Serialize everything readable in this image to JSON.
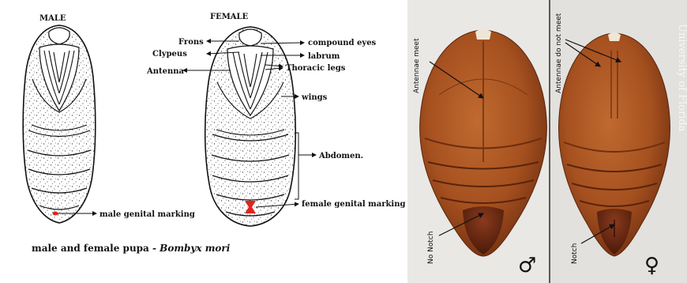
{
  "diagram": {
    "male_header": "MALE",
    "female_header": "FEMALE",
    "labels": {
      "frons": "Frons",
      "clypeus": "Clypeus",
      "antenna": "Antenna",
      "compound_eyes": "compound eyes",
      "labrum": "labrum",
      "thoracic_legs": "Thoracic legs",
      "wings": "wings",
      "abdomen": "Abdomen.",
      "male_genital_marking": "male genital marking",
      "female_genital_marking": "female genital marking"
    },
    "caption_prefix": "male and female pupa - ",
    "caption_species": "Bombyx mori"
  },
  "photo": {
    "male_antennae_label": "Antennae meet",
    "female_antennae_label": "Antennae do not meet",
    "male_notch_label": "No Notch",
    "female_notch_label": "Notch",
    "male_symbol": "♂",
    "female_symbol": "♀",
    "watermark": "University of Florida"
  },
  "colors": {
    "genital_marking": "#e2241b",
    "pupa_brown": "#a5501f",
    "photo_background": "#e7e6e3"
  }
}
